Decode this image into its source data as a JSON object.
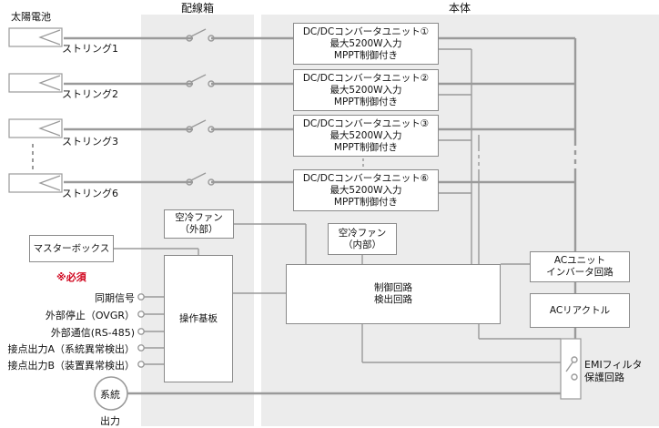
{
  "zones": {
    "wiring_box": "配線箱",
    "main_body": "本体"
  },
  "solar": {
    "title": "太陽電池",
    "strings": [
      "ストリング1",
      "ストリング2",
      "ストリング3",
      "ストリング6"
    ]
  },
  "converter": {
    "units": [
      "DC/DCコンバータユニット①",
      "DC/DCコンバータユニット②",
      "DC/DCコンバータユニット③",
      "DC/DCコンバータユニット⑥"
    ],
    "line2": "最大5200W入力",
    "line3": "MPPT制御付き"
  },
  "fan_external": {
    "line1": "空冷ファン",
    "line2": "（外部）"
  },
  "fan_internal": {
    "line1": "空冷ファン",
    "line2": "（内部）"
  },
  "master_box": {
    "label": "マスターボックス",
    "note": "※必須"
  },
  "control_board": "操作基板",
  "control_circuit": {
    "line1": "制御回路",
    "line2": "検出回路"
  },
  "ac_unit": {
    "line1": "ACユニット",
    "line2": "インバータ回路"
  },
  "ac_reactor": "ACリアクトル",
  "emi_filter": {
    "line1": "EMIフィルタ",
    "line2": "保護回路"
  },
  "signals": [
    "同期信号",
    "外部停止（OVGR）",
    "外部通信(RS-485)",
    "接点出力A（系統異常検出）",
    "接点出力B（装置異常検出）"
  ],
  "grid": {
    "label": "系統",
    "output": "出力"
  }
}
